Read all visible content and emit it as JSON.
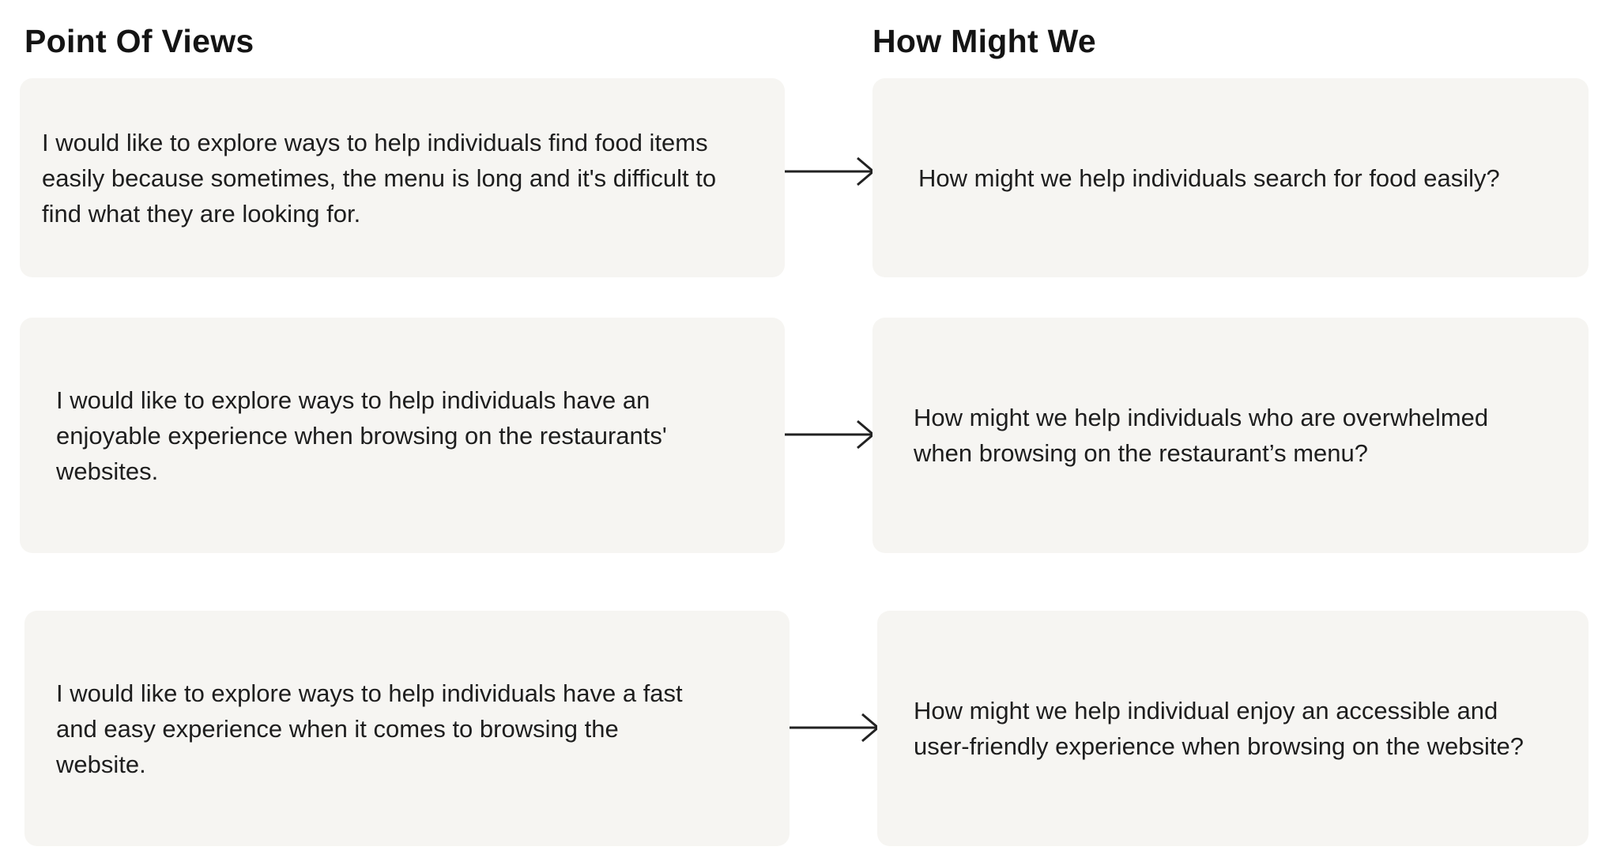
{
  "headings": {
    "pov": "Point Of Views",
    "hmw": "How Might We"
  },
  "rows": [
    {
      "pov": "I would like to explore ways to help individuals find food items easily because sometimes, the menu is long and it's difficult to find what they are looking for.",
      "hmw": "How might we help individuals search for food easily?"
    },
    {
      "pov": "I would like to explore ways to help individuals have an enjoyable experience when browsing on the restaurants' websites.",
      "hmw": "How might we help individuals who are overwhelmed when browsing on the restaurant’s menu?"
    },
    {
      "pov": "I would like to explore ways to help individuals have a fast and easy experience when it comes to browsing the website.",
      "hmw": "How might we help individual enjoy an accessible and user-friendly experience when browsing on the website?"
    }
  ],
  "colors": {
    "card_background": "#f6f5f2",
    "text": "#1e1e1e",
    "arrow": "#222222"
  },
  "icons": {
    "connector": "right-arrow-icon"
  }
}
